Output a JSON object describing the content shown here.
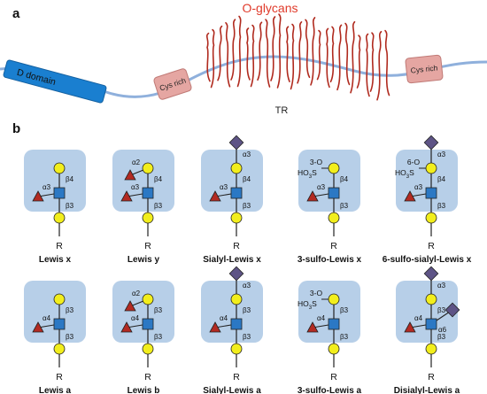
{
  "panel_a": {
    "letter": "a",
    "title": "O-glycans",
    "d_domain_label": "D domain",
    "cys_rich_label_left": "Cys rich",
    "cys_rich_label_right": "Cys rich",
    "tr_label": "TR",
    "colors": {
      "backbone": "#8fb0dc",
      "d_domain": "#1a7fd0",
      "cys_rich": "#e5a6a2",
      "glycan_chains": "#b02a1e"
    }
  },
  "panel_b": {
    "letter": "b",
    "colors": {
      "box": "#b7cfe8",
      "galactose_circle": "#f2ee1c",
      "glcnac_square": "#2b78c4",
      "fucose_triangle": "#b32a22",
      "sialic_diamond": "#5e5486"
    },
    "icon_names": [
      "galactose-circle-icon",
      "glcnac-square-icon",
      "fucose-triangle-icon",
      "sialic-acid-diamond-icon"
    ],
    "glycans": [
      {
        "name": "Lewis x",
        "fuc_link": "α3",
        "gal_link": "β4",
        "bottom_link": "β3",
        "r": "R"
      },
      {
        "name": "Lewis y",
        "fuc_link": "α3",
        "fuc2_link": "α2",
        "gal_link": "β4",
        "bottom_link": "β3",
        "r": "R"
      },
      {
        "name": "Sialyl-Lewis x",
        "fuc_link": "α3",
        "gal_link": "β4",
        "sia_link": "α3",
        "bottom_link": "β3",
        "r": "R"
      },
      {
        "name": "3-sulfo-Lewis x",
        "fuc_link": "α3",
        "gal_link": "β4",
        "sulfo_prefix": "HO",
        "sulfo_sub": "3",
        "sulfo_suffix": "S",
        "sulfo_pos": "3-O",
        "bottom_link": "β3",
        "r": "R"
      },
      {
        "name": "6-sulfo-sialyl-Lewis x",
        "fuc_link": "α3",
        "gal_link": "β4",
        "sia_link": "α3",
        "sulfo_prefix": "HO",
        "sulfo_sub": "3",
        "sulfo_suffix": "S",
        "sulfo_pos": "6-O",
        "bottom_link": "β3",
        "r": "R"
      },
      {
        "name": "Lewis a",
        "fuc_link": "α4",
        "gal_link": "β3",
        "bottom_link": "β3",
        "r": "R"
      },
      {
        "name": "Lewis b",
        "fuc_link": "α4",
        "fuc2_link": "α2",
        "gal_link": "β3",
        "bottom_link": "β3",
        "r": "R"
      },
      {
        "name": "Sialyl-Lewis a",
        "fuc_link": "α4",
        "gal_link": "β3",
        "sia_link": "α3",
        "bottom_link": "β3",
        "r": "R"
      },
      {
        "name": "3-sulfo-Lewis a",
        "fuc_link": "α4",
        "gal_link": "β3",
        "sulfo_prefix": "HO",
        "sulfo_sub": "3",
        "sulfo_suffix": "S",
        "sulfo_pos": "3-O",
        "bottom_link": "β3",
        "r": "R"
      },
      {
        "name": "Disialyl-Lewis a",
        "fuc_link": "α4",
        "gal_link": "β3",
        "sia_link": "α3",
        "sia2_link": "α6",
        "bottom_link": "β3",
        "r": "R"
      }
    ]
  }
}
